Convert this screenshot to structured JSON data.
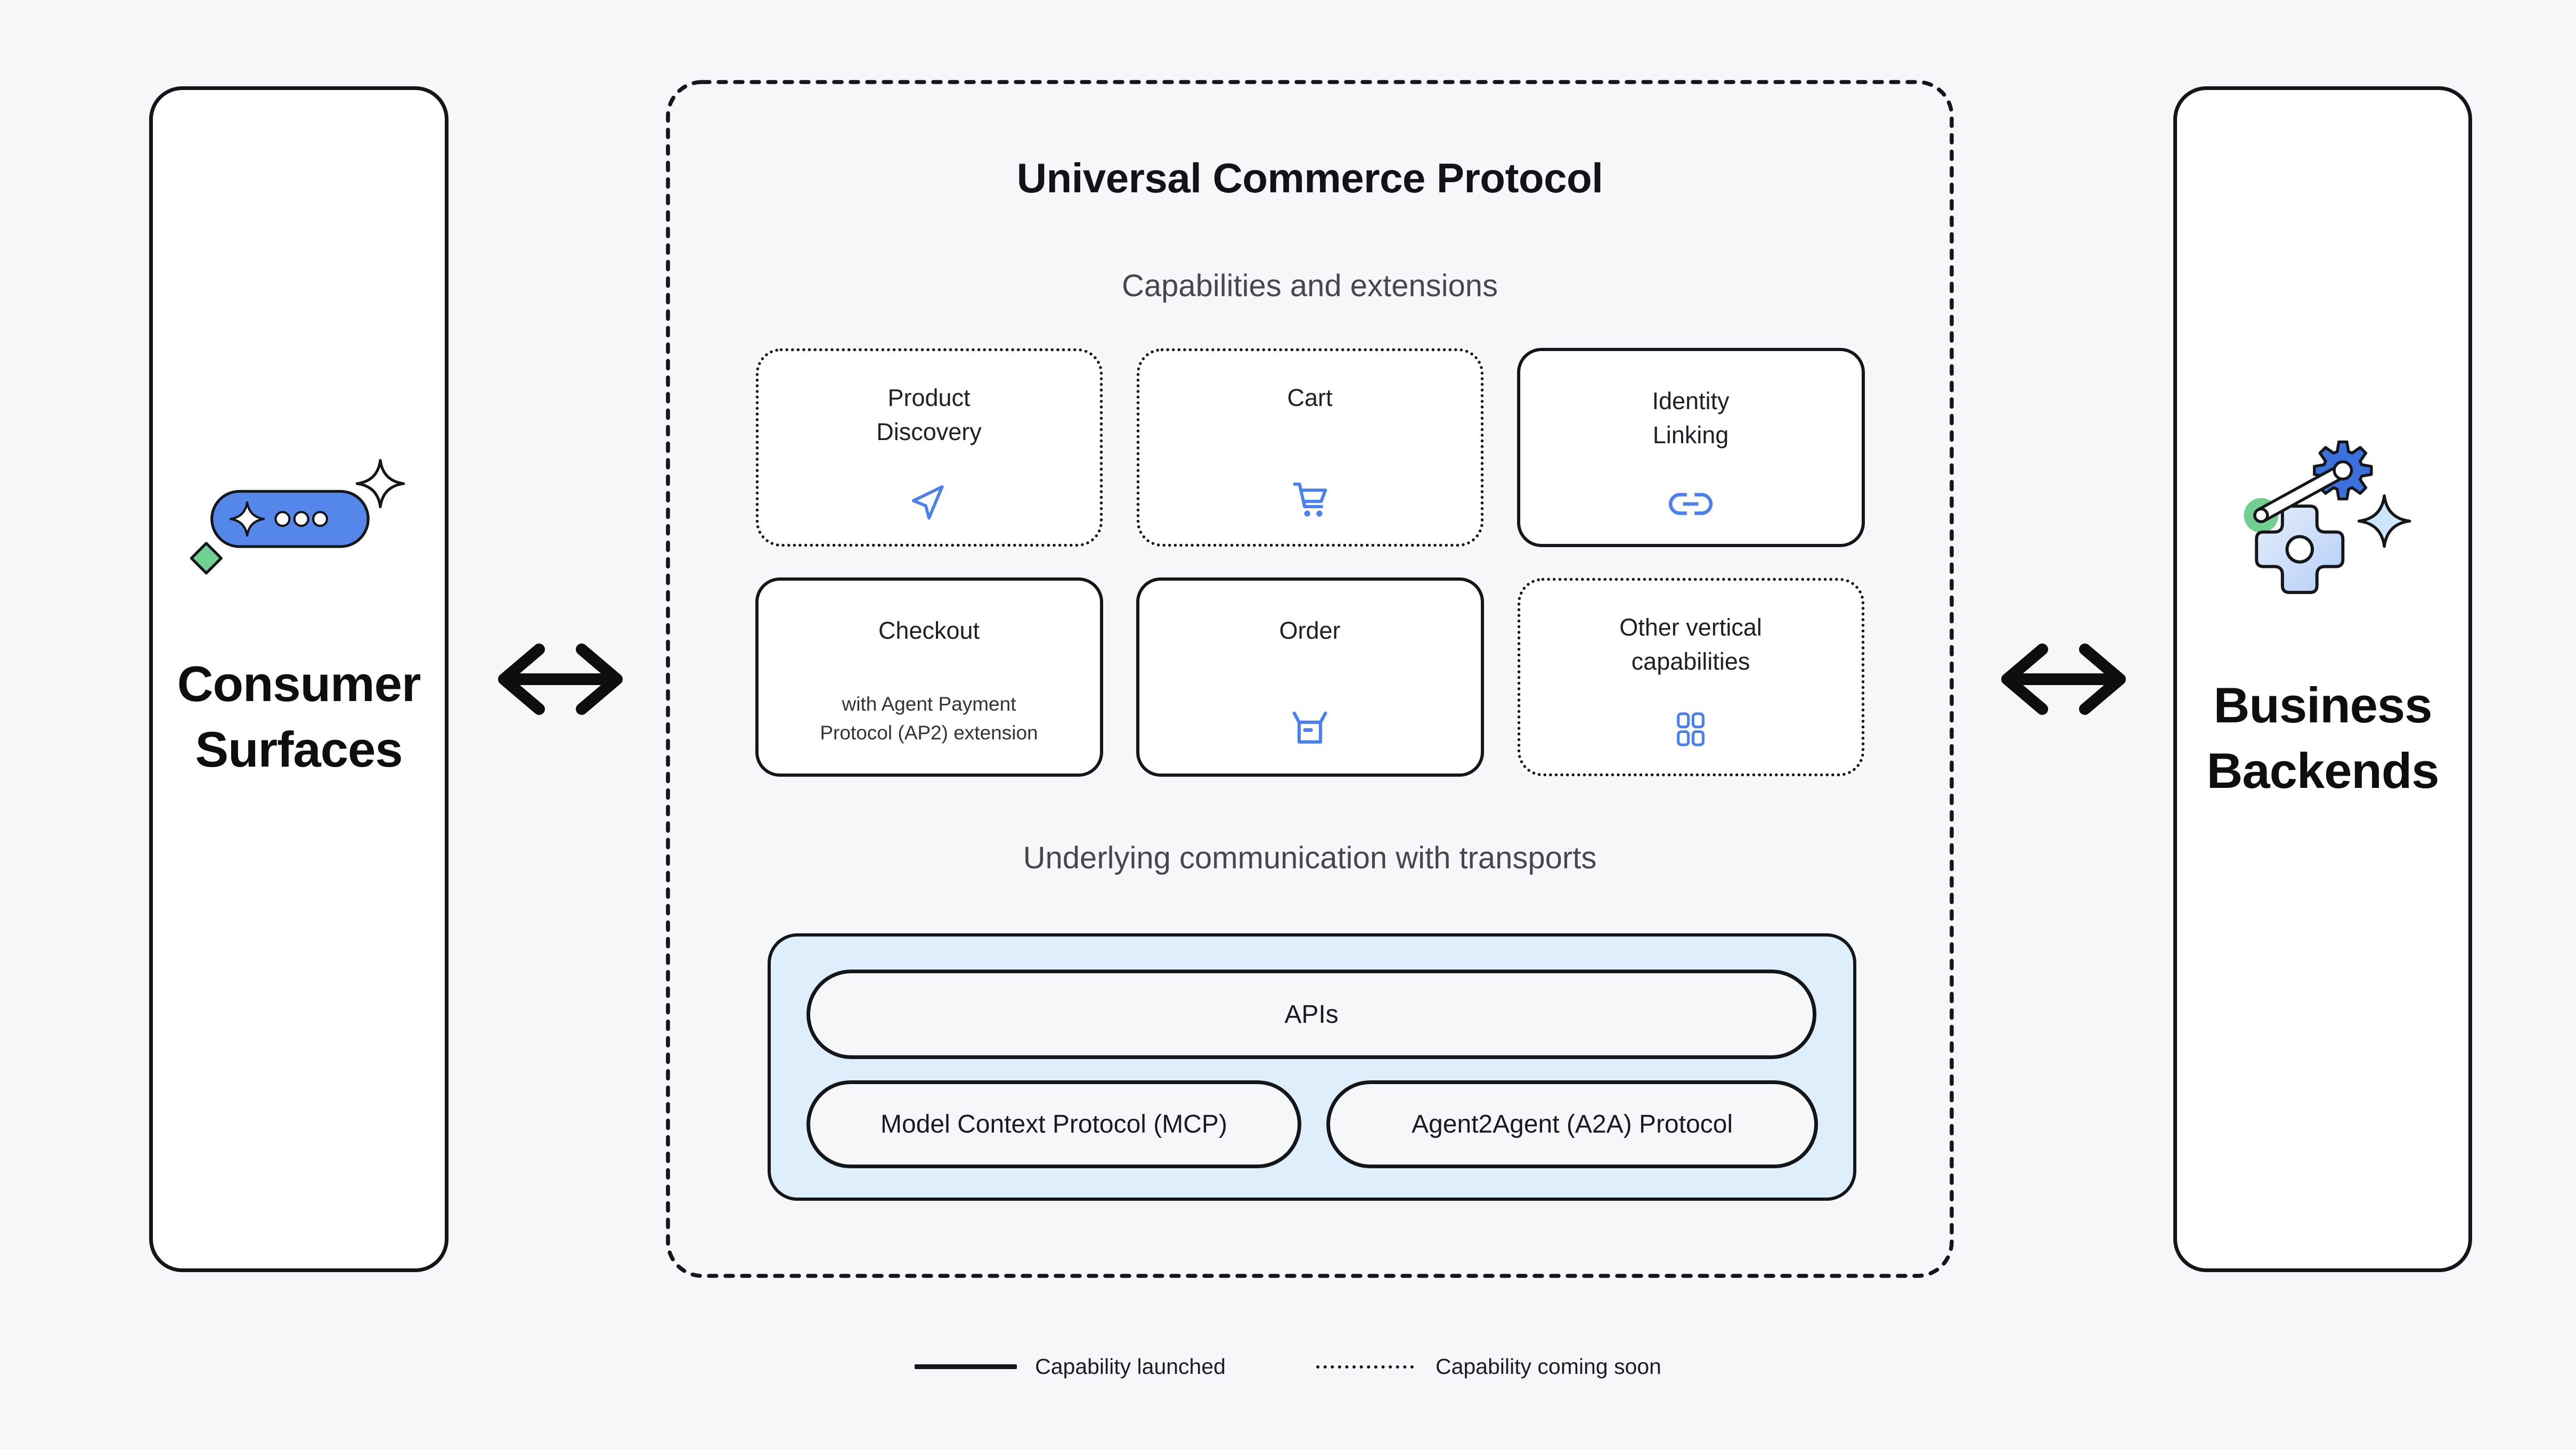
{
  "colors": {
    "background": "#f6f7f9",
    "ink": "#141619",
    "heading_gray": "#45484d",
    "icon_blue": "#4b80ee",
    "pill_blue": "#5586ea",
    "gear_blue": "#3c70dd",
    "sparkle_light_blue": "#cfe5fb",
    "transport_bg": "#dfeefb",
    "green": "#72cf92",
    "card_bg": "#ffffff"
  },
  "left_panel": {
    "label": "Consumer\nSurfaces",
    "icon": "chat-pill-sparkle-icon"
  },
  "right_panel": {
    "label": "Business\nBackends",
    "icon": "gears-sparkle-icon"
  },
  "protocol": {
    "title": "Universal Commerce Protocol",
    "capabilities": {
      "heading": "Capabilities and extensions",
      "cards": [
        {
          "label": "Product\nDiscovery",
          "icon": "navigation-icon",
          "status": "coming-soon"
        },
        {
          "label": "Cart",
          "icon": "cart-icon",
          "status": "coming-soon"
        },
        {
          "label": "Identity\nLinking",
          "icon": "link-icon",
          "status": "launched"
        },
        {
          "label": "Checkout",
          "sublabel": "with Agent Payment\nProtocol (AP2) extension",
          "status": "launched"
        },
        {
          "label": "Order",
          "icon": "package-box-icon",
          "status": "launched"
        },
        {
          "label": "Other vertical\ncapabilities",
          "icon": "grid-icon",
          "status": "coming-soon"
        }
      ]
    },
    "transports": {
      "heading": "Underlying communication with transports",
      "items": [
        "APIs",
        "Model Context Protocol (MCP)",
        "Agent2Agent (A2A) Protocol"
      ]
    }
  },
  "legend": {
    "launched_label": "Capability launched",
    "coming_soon_label": "Capability coming soon"
  }
}
